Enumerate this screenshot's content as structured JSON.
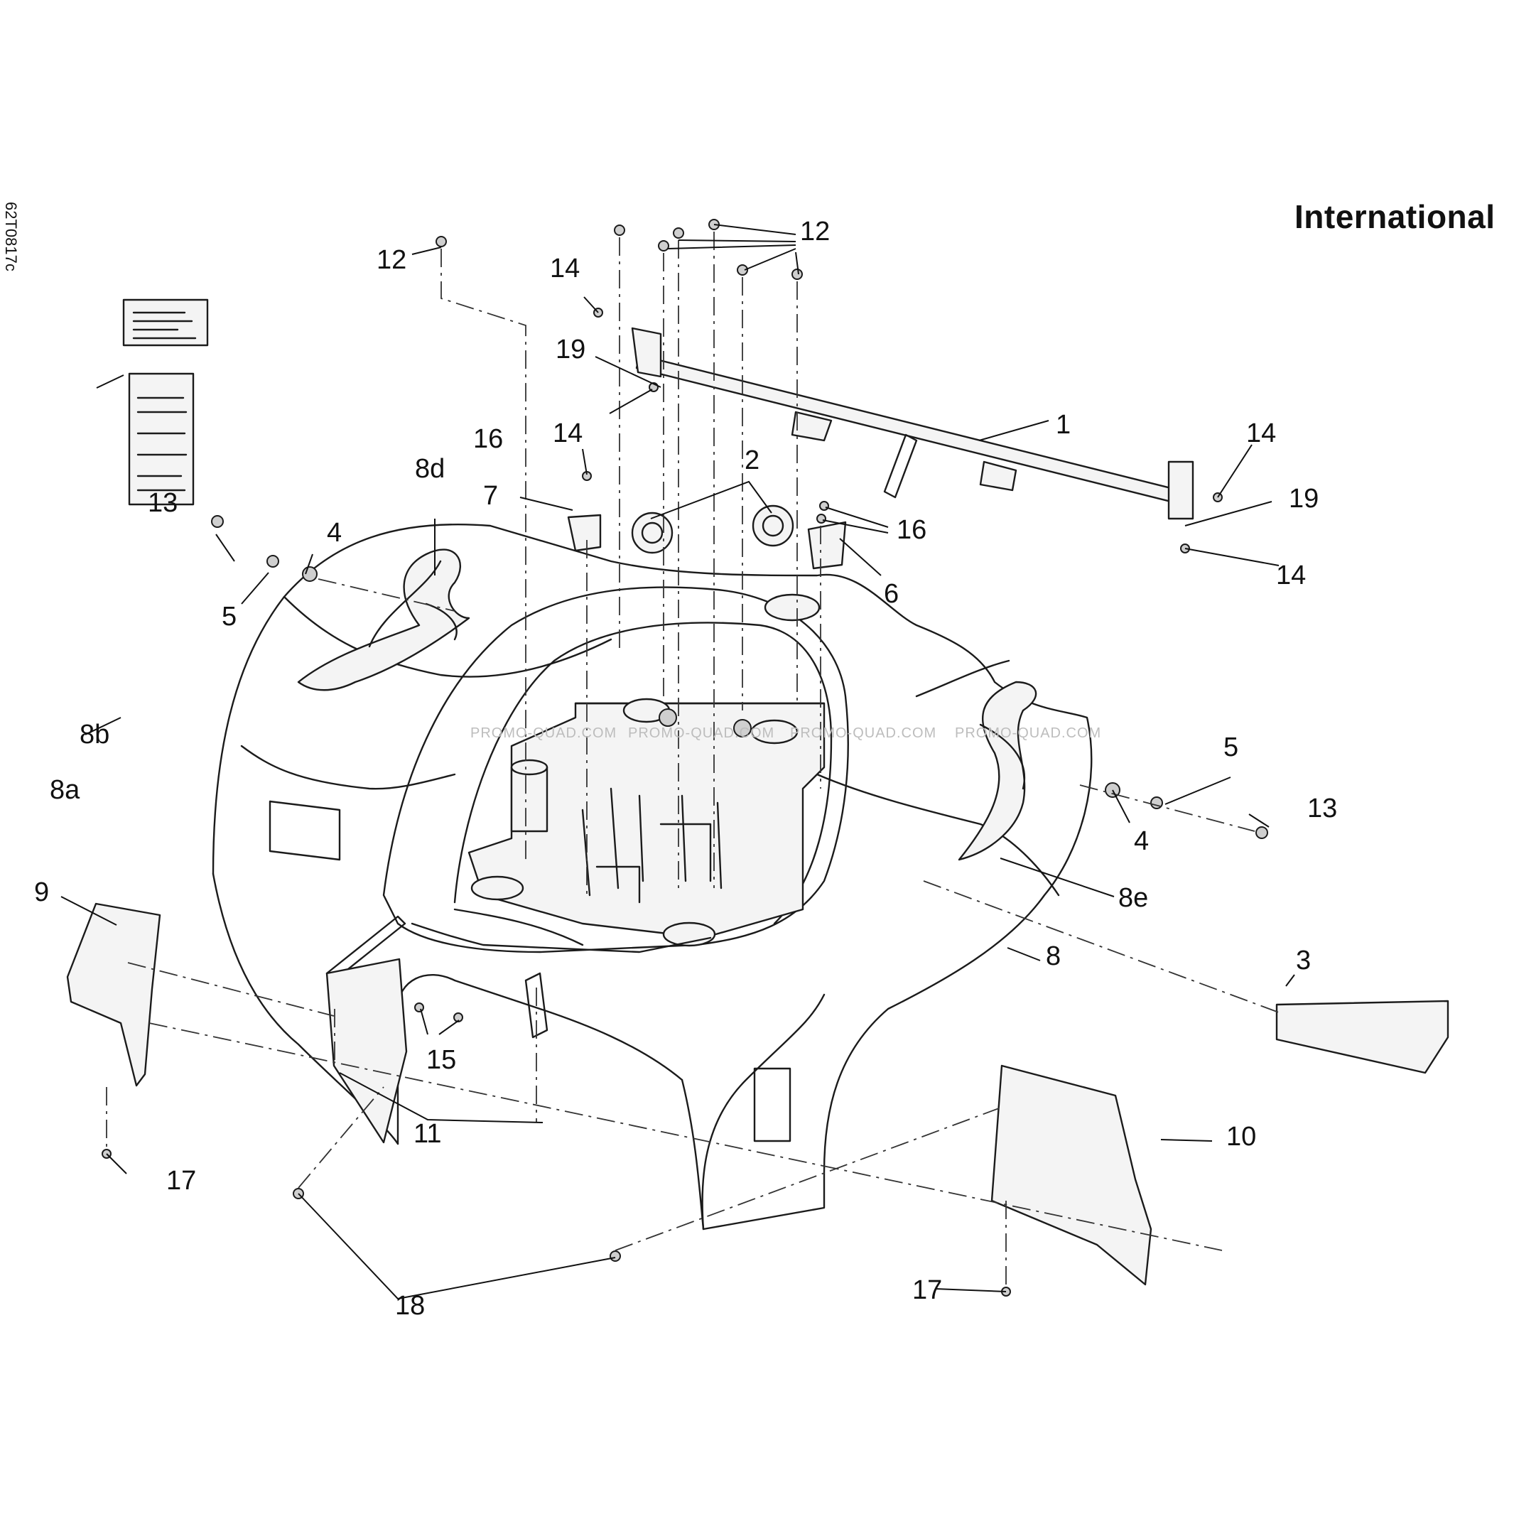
{
  "header": {
    "region_title": "International",
    "figure_code": "62T0817c"
  },
  "watermark": "PROMO-QUAD.COM",
  "callouts": {
    "c1": "1",
    "c2": "2",
    "c3": "3",
    "c4a": "4",
    "c4b": "4",
    "c5a": "5",
    "c5b": "5",
    "c6": "6",
    "c7": "7",
    "c8": "8",
    "c8a": "8a",
    "c8b": "8b",
    "c8d": "8d",
    "c8e": "8e",
    "c9": "9",
    "c10": "10",
    "c11": "11",
    "c12a": "12",
    "c12b": "12",
    "c13a": "13",
    "c13b": "13",
    "c14a": "14",
    "c14b": "14",
    "c14c": "14",
    "c14d": "14",
    "c15": "15",
    "c16a": "16",
    "c16b": "16",
    "c17a": "17",
    "c17b": "17",
    "c18": "18",
    "c19a": "19",
    "c19b": "19"
  }
}
